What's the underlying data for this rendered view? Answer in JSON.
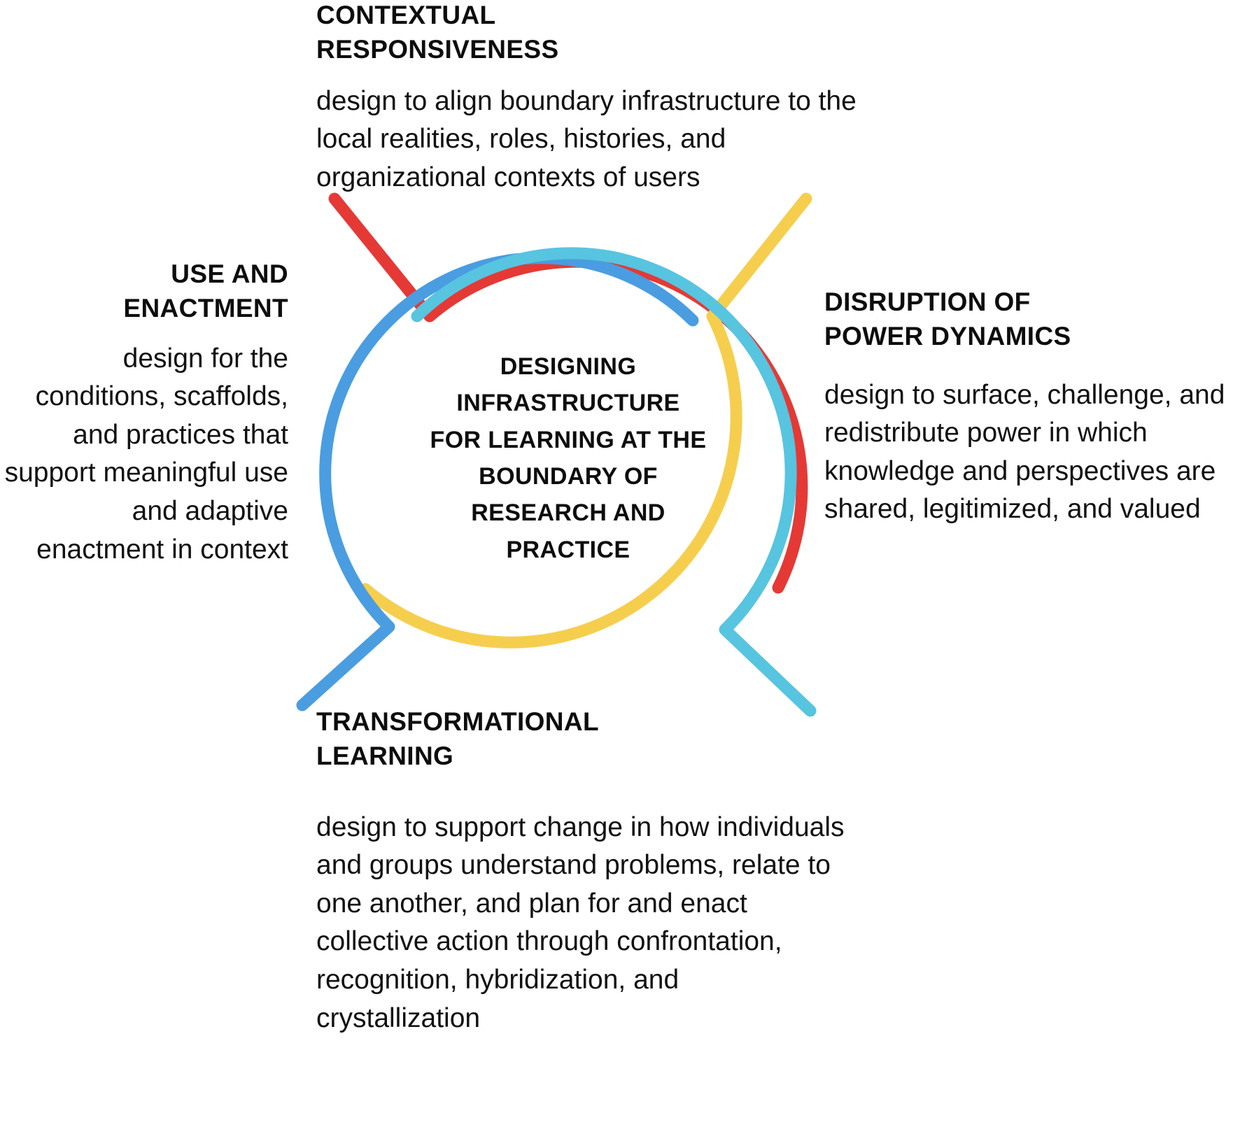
{
  "diagram": {
    "center_label_lines": [
      "DESIGNING",
      "INFRASTRUCTURE",
      "FOR LEARNING AT THE",
      "BOUNDARY OF",
      "RESEARCH AND",
      "PRACTICE"
    ],
    "center_label_text": "DESIGNING INFRASTRUCTURE FOR LEARNING AT THE BOUNDARY OF RESEARCH AND PRACTICE",
    "colors": {
      "red": "#E53935",
      "yellow": "#F6CE4E",
      "blue": "#4A9DE0",
      "cyan": "#57C4E0",
      "text": "#111111"
    },
    "quadrants": [
      {
        "id": "contextual-responsiveness",
        "position": "top",
        "color": "#E53935",
        "title": "CONTEXTUAL RESPONSIVENESS",
        "title_lines": [
          "CONTEXTUAL",
          "RESPONSIVENESS"
        ],
        "body": "design to align boundary infrastructure to the local realities, roles, histories, and organizational contexts of users"
      },
      {
        "id": "disruption-of-power-dynamics",
        "position": "right",
        "color": "#F6CE4E",
        "title": "DISRUPTION OF POWER DYNAMICS",
        "title_lines": [
          "DISRUPTION OF",
          "POWER DYNAMICS"
        ],
        "body": "design to surface, challenge, and redistribute power in which knowledge and perspectives are shared, legitimized, and valued"
      },
      {
        "id": "transformational-learning",
        "position": "bottom",
        "color": "#57C4E0",
        "title": "TRANSFORMATIONAL LEARNING",
        "title_lines": [
          "TRANSFORMATIONAL",
          "LEARNING"
        ],
        "body": "design to support change in how individuals and groups understand problems, relate to one another, and plan for and enact collective action through confrontation, recognition, hybridization, and crystallization"
      },
      {
        "id": "use-and-enactment",
        "position": "left",
        "color": "#4A9DE0",
        "title": "USE AND ENACTMENT",
        "title_lines": [
          "USE AND ENACTMENT"
        ],
        "body": "design for the conditions, scaffolds, and practices that support meaningful use and adaptive enactment in context"
      }
    ]
  }
}
